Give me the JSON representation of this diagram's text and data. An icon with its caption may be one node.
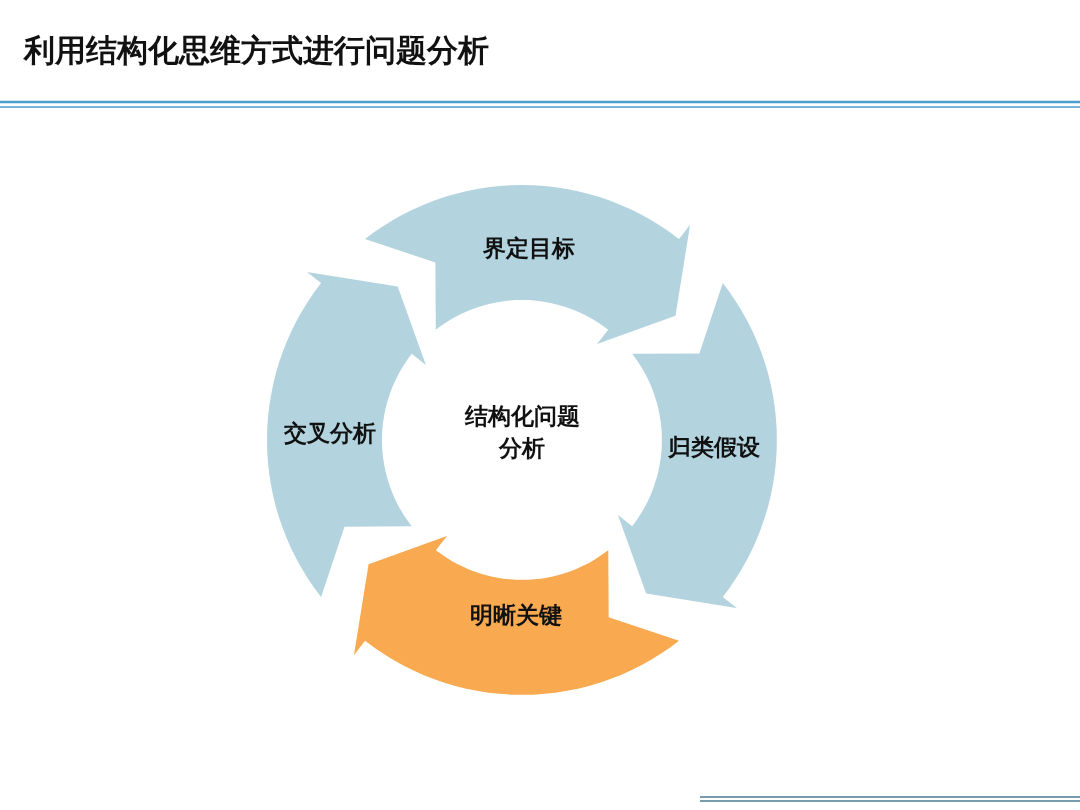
{
  "diagram": {
    "title": "利用结构化思维方式进行问题分析",
    "nodes": [
      {
        "text": [
          "结构化问题分析"
        ]
      },
      {
        "text": [
          "界定目标"
        ]
      },
      {
        "text": [
          "归类假设"
        ]
      },
      {
        "text": [
          "明晰关键"
        ]
      },
      {
        "text": [
          "交叉分析"
        ]
      }
    ]
  }
}
